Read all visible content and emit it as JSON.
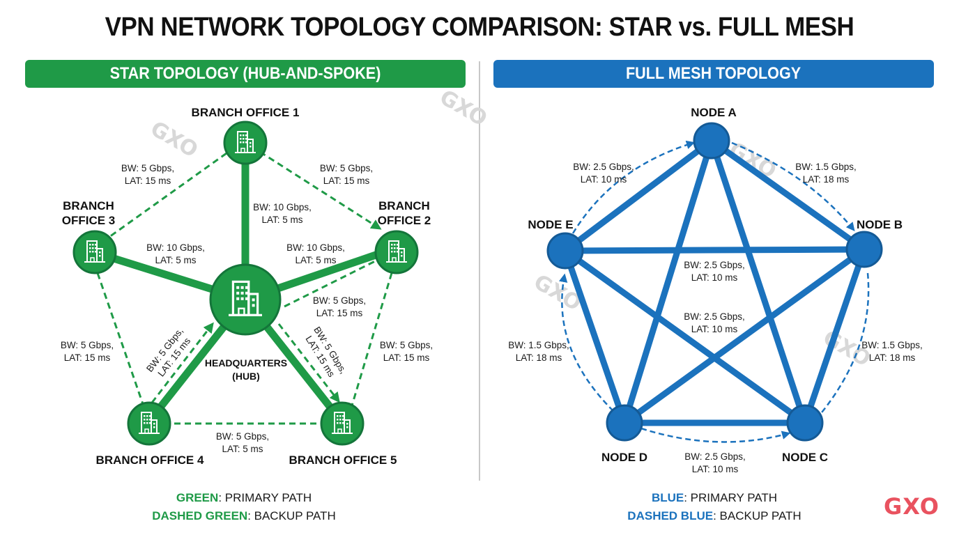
{
  "title": "VPN NETWORK TOPOLOGY COMPARISON: STAR vs. FULL MESH",
  "colors": {
    "star_primary": "#1f9a47",
    "mesh_primary": "#1b72bd",
    "brand": "#e9525f",
    "watermark": "#d8d8d8"
  },
  "star": {
    "header": "STAR TOPOLOGY (HUB-AND-SPOKE)",
    "hub": {
      "label_line1": "HEADQUARTERS",
      "label_line2": "(HUB)",
      "icon": "building-icon"
    },
    "nodes": [
      {
        "id": "b1",
        "label_line1": "BRANCH OFFICE 1",
        "label_line2": ""
      },
      {
        "id": "b2",
        "label_line1": "BRANCH",
        "label_line2": "OFFICE 2"
      },
      {
        "id": "b3",
        "label_line1": "BRANCH",
        "label_line2": "OFFICE 3"
      },
      {
        "id": "b4",
        "label_line1": "BRANCH OFFICE 4",
        "label_line2": ""
      },
      {
        "id": "b5",
        "label_line1": "BRANCH OFFICE 5",
        "label_line2": ""
      }
    ],
    "links": {
      "hub_b1": {
        "type": "primary",
        "bw": "BW: 10 Gbps,",
        "lat": "LAT: 5 ms"
      },
      "hub_b2": {
        "type": "primary",
        "bw": "BW: 10 Gbps,",
        "lat": "LAT: 5 ms"
      },
      "hub_b3": {
        "type": "primary",
        "bw": "BW: 10 Gbps,",
        "lat": "LAT: 5 ms"
      },
      "hub_b2_backup": {
        "type": "backup",
        "bw": "BW: 5 Gbps,",
        "lat": "LAT: 15 ms"
      },
      "b4_hub_backup": {
        "type": "backup",
        "bw": "BW: 5 Gbps,",
        "lat": "LAT: 15 ms"
      },
      "hub_b5_backup": {
        "type": "backup",
        "bw": "BW: 5 Gbps,",
        "lat": "LAT: 15 ms"
      },
      "b3_b1": {
        "type": "backup",
        "bw": "BW: 5 Gbps,",
        "lat": "LAT: 15 ms"
      },
      "b1_b2": {
        "type": "backup",
        "bw": "BW: 5 Gbps,",
        "lat": "LAT: 15 ms"
      },
      "b3_b4": {
        "type": "backup",
        "bw": "BW: 5 Gbps,",
        "lat": "LAT: 15 ms"
      },
      "b2_b5": {
        "type": "backup",
        "bw": "BW: 5 Gbps,",
        "lat": "LAT: 15 ms"
      },
      "b4_b5": {
        "type": "backup",
        "bw": "BW: 5 Gbps,",
        "lat": "LAT: 5 ms"
      }
    },
    "legend": {
      "primary_key": "GREEN",
      "primary_text": ": PRIMARY PATH",
      "backup_key": "DASHED GREEN",
      "backup_text": ": BACKUP PATH"
    }
  },
  "mesh": {
    "header": "FULL MESH TOPOLOGY",
    "nodes": [
      {
        "id": "a",
        "label": "NODE A"
      },
      {
        "id": "b",
        "label": "NODE B"
      },
      {
        "id": "c",
        "label": "NODE C"
      },
      {
        "id": "d",
        "label": "NODE D"
      },
      {
        "id": "e",
        "label": "NODE E"
      }
    ],
    "links": {
      "e_a": {
        "bw": "BW: 2.5 Gbps,",
        "lat": "LAT: 10 ms"
      },
      "a_b": {
        "bw": "BW: 1.5 Gbps,",
        "lat": "LAT: 18 ms"
      },
      "center_upper": {
        "bw": "BW: 2.5 Gbps,",
        "lat": "LAT: 10 ms"
      },
      "center_lower": {
        "bw": "BW: 2.5 Gbps,",
        "lat": "LAT: 10 ms"
      },
      "e_d": {
        "bw": "BW: 1.5 Gbps,",
        "lat": "LAT: 18 ms"
      },
      "b_c": {
        "bw": "BW: 1.5 Gbps,",
        "lat": "LAT: 18 ms"
      },
      "d_c": {
        "bw": "BW: 2.5 Gbps,",
        "lat": "LAT: 10 ms"
      }
    },
    "legend": {
      "primary_key": "BLUE",
      "primary_text": ": PRIMARY PATH",
      "backup_key": "DASHED BLUE",
      "backup_text": ": BACKUP PATH"
    }
  },
  "watermark": "GXO",
  "brand": "GXO"
}
